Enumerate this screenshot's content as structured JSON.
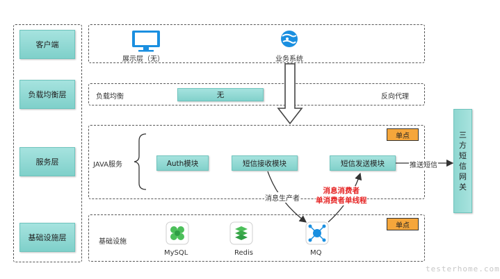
{
  "layers": {
    "client": "客户端",
    "load_balance": "负载均衡层",
    "service": "服务层",
    "infra": "基础设施层"
  },
  "client_row": {
    "display_label": "展示层（无）",
    "business_label": "业务系统"
  },
  "lb_row": {
    "left_label": "负载均衡",
    "center_box": "无",
    "right_label": "反向代理"
  },
  "service_row": {
    "java_label": "JAVA服务",
    "single_point": "单点",
    "modules": {
      "auth": "Auth模块",
      "sms_receive": "短信接收模块",
      "sms_send": "短信发送模块"
    },
    "push_label": "推送短信"
  },
  "gateway": {
    "chars": [
      "三",
      "方",
      "短",
      "信",
      "网",
      "关"
    ]
  },
  "flow": {
    "producer_label": "消息生产者",
    "consumer_line1": "消息消费者",
    "consumer_line2": "单消费者单线程"
  },
  "infra_row": {
    "label": "基础设施",
    "single_point": "单点",
    "mysql": "MySQL",
    "redis": "Redis",
    "mq": "MQ"
  },
  "watermark": "testerhome.com",
  "colors": {
    "teal_box": "#8fd7d1",
    "orange_tag": "#f5a63b",
    "red_text": "#e52222",
    "icon_blue": "#1a8fe0",
    "icon_green": "#4cbf5a"
  }
}
